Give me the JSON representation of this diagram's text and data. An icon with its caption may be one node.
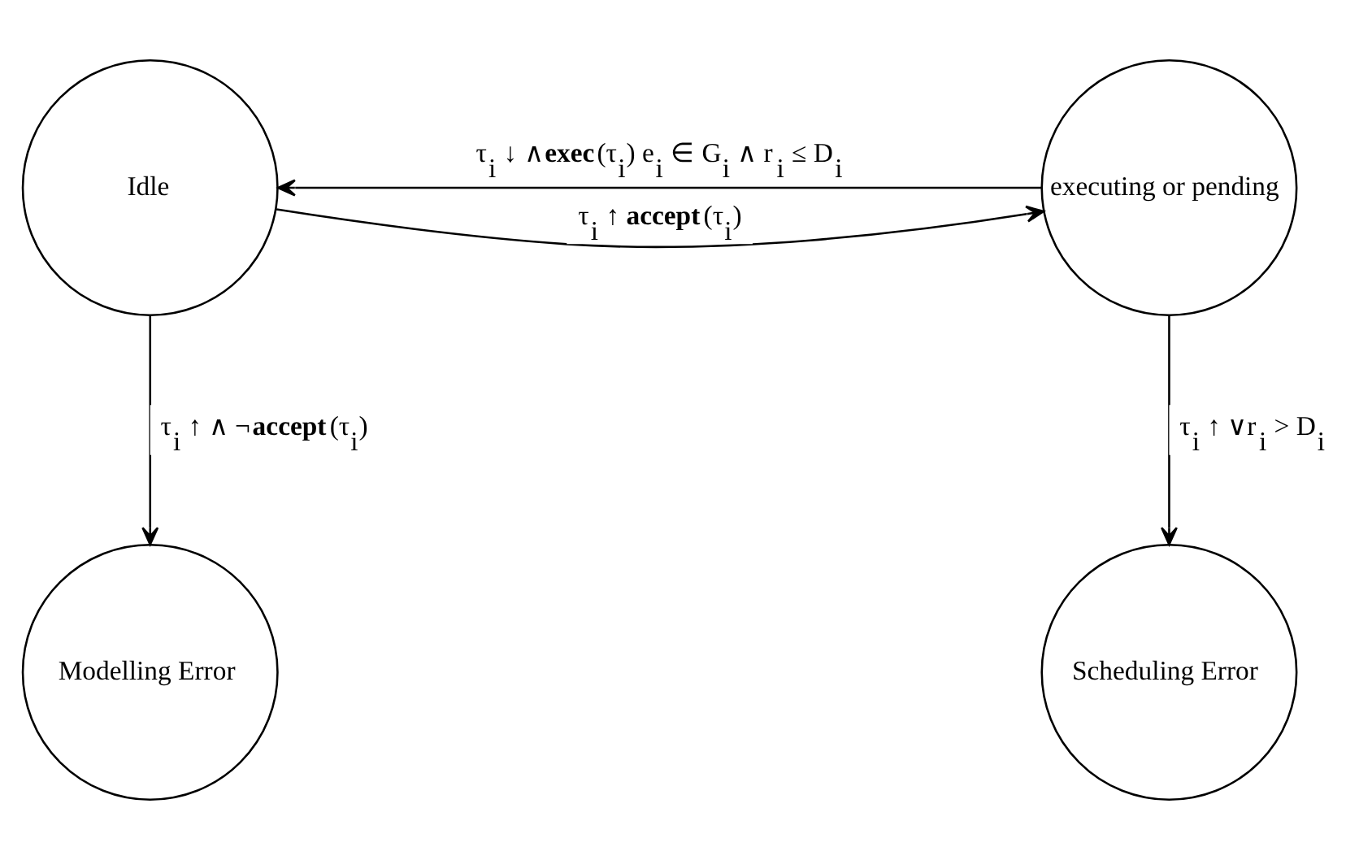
{
  "diagram": {
    "nodes": [
      {
        "text": [
          "Idle"
        ]
      },
      {
        "text": [
          "executing or pending"
        ]
      },
      {
        "text": [
          "Modelling Error"
        ]
      },
      {
        "text": [
          "Scheduling Error"
        ]
      }
    ],
    "edges": [
      {
        "from": 0,
        "to": 1,
        "arrow": "to",
        "label": "τ$_{i}$ ↑ **accept**(τ$_{i}$)"
      },
      {
        "from": 1,
        "to": 0,
        "arrow": "to",
        "label": "τ$_{i}$ ↓ ∧**exec**(τ$_{i}$) e$_{i}$ ∈ G$_{i}$ ∧ r$_{i}$ ≤ D$_{i}$"
      },
      {
        "from": 0,
        "to": 2,
        "arrow": "to",
        "label": "τ$_{i}$ ↑ ∧ ¬**accept**(τ$_{i}$)"
      },
      {
        "from": 1,
        "to": 3,
        "arrow": "to",
        "label": "τ$_{i}$ ↑ ∨r$_{i}$ > D$_{i}$"
      }
    ]
  }
}
